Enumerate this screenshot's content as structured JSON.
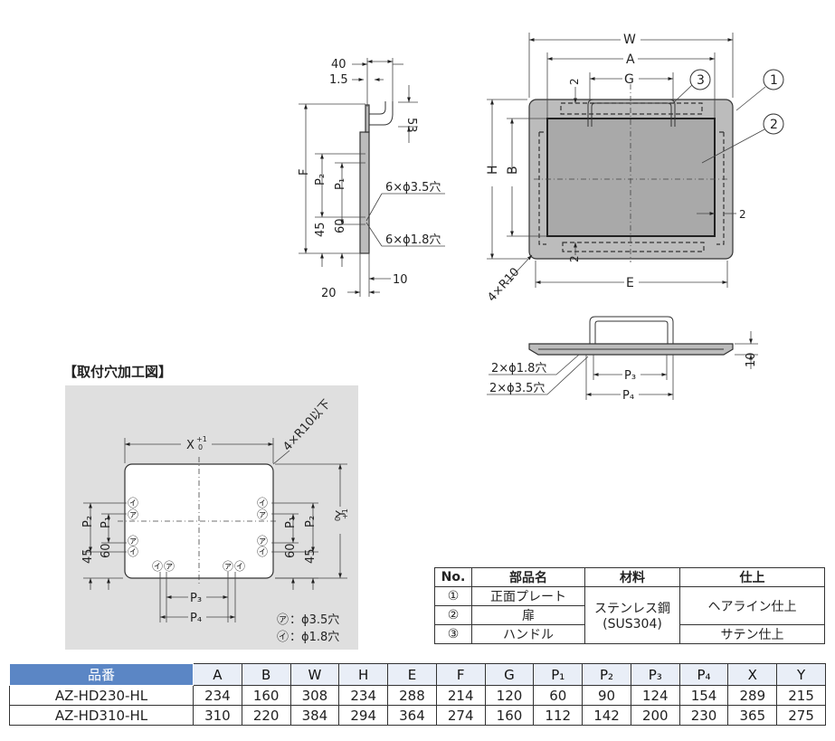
{
  "top_labels": {
    "side": {
      "d40": "40",
      "d1_5": "1.5",
      "d53": "53",
      "F": "F",
      "P2": "P₂",
      "P1": "P₁",
      "d45": "45",
      "d60": "60",
      "d20": "20",
      "d10": "10",
      "hole_a": "6×ϕ3.5穴",
      "hole_b": "6×ϕ1.8穴"
    },
    "front": {
      "W": "W",
      "A": "A",
      "G": "G",
      "H": "H",
      "B": "B",
      "E": "E",
      "R": "4×R10",
      "d2a": "2",
      "d2b": "2",
      "d2c": "2",
      "c1": "1",
      "c2": "2",
      "c3": "3"
    },
    "bottom": {
      "hole_a": "2×ϕ1.8穴",
      "hole_b": "2×ϕ3.5穴",
      "P3": "P₃",
      "P4": "P₄",
      "d10": "10"
    }
  },
  "cutout": {
    "title": "【取付穴加工図】",
    "X": "X",
    "X_tol_up": "+1",
    "X_tol_dn": "0",
    "Y": "Y",
    "Y_tol_up": "+1",
    "Y_tol_dn": "0",
    "R": "4×R10以下",
    "P1": "P₁",
    "P2": "P₂",
    "P3": "P₃",
    "P4": "P₄",
    "d45": "45",
    "d60": "60",
    "mark_a": "㋐",
    "mark_i": "㋑",
    "legend_a": "：ϕ3.5穴",
    "legend_i": "：ϕ1.8穴"
  },
  "parts_table": {
    "headers": [
      "No.",
      "部品名",
      "材料",
      "仕上"
    ],
    "rows": [
      {
        "no": "①",
        "name": "正面プレート"
      },
      {
        "no": "②",
        "name": "扉"
      },
      {
        "no": "③",
        "name": "ハンドル"
      }
    ],
    "material_line1": "ステンレス鋼",
    "material_line2": "(SUS304)",
    "finish_1": "ヘアライン仕上",
    "finish_2": "サテン仕上"
  },
  "spec_table": {
    "headers": [
      "品番",
      "A",
      "B",
      "W",
      "H",
      "E",
      "F",
      "G",
      "P₁",
      "P₂",
      "P₃",
      "P₄",
      "X",
      "Y"
    ],
    "rows": [
      [
        "AZ-HD230-HL",
        "234",
        "160",
        "308",
        "234",
        "288",
        "214",
        "120",
        "60",
        "90",
        "124",
        "154",
        "289",
        "215"
      ],
      [
        "AZ-HD310-HL",
        "310",
        "220",
        "384",
        "294",
        "364",
        "274",
        "160",
        "112",
        "142",
        "200",
        "230",
        "365",
        "275"
      ]
    ]
  }
}
